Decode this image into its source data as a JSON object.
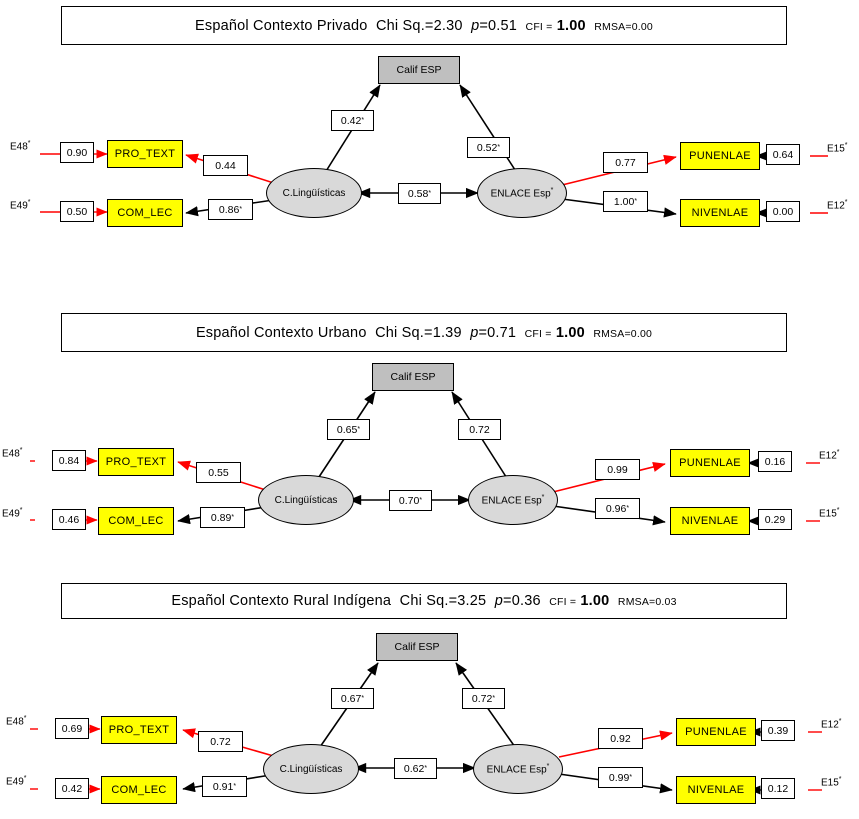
{
  "panels": [
    {
      "id": "privado",
      "title_parts": {
        "name": "Español  Contexto  Privado",
        "chi_label": "Chi Sq.=",
        "chi": "2.30",
        "p_label": "p",
        "p": "=0.51",
        "cfi_label": "CFI =",
        "cfi": "1.00",
        "rmsa_label": "RMSA=",
        "rmsa": "0.00"
      },
      "nodes": {
        "calif": "Calif ESP",
        "latent_left": "C.Lingüísticas",
        "latent_right": "ENLACE Esp",
        "pro_text": "PRO_TEXT",
        "com_lec": "COM_LEC",
        "punenlae": "PUNENLAE",
        "nivenlae": "NIVENLAE"
      },
      "errors": {
        "e48": "E48",
        "e49": "E49",
        "e15": "E15",
        "e12": "E12"
      },
      "coefs": {
        "e48_val": "0.90",
        "e49_val": "0.50",
        "e15_val": "0.64",
        "e12_val": "0.00",
        "left_to_calif": "0.42",
        "right_to_calif": "0.52",
        "left_right": "0.58",
        "left_pro": "0.44",
        "left_com": "0.86",
        "right_pun": "0.77",
        "right_niv": "1.00"
      }
    },
    {
      "id": "urbano",
      "title_parts": {
        "name": "Español  Contexto  Urbano",
        "chi_label": "Chi Sq.=",
        "chi": "1.39",
        "p_label": "p",
        "p": "=0.71",
        "cfi_label": "CFI =",
        "cfi": "1.00",
        "rmsa_label": "RMSA=",
        "rmsa": "0.00"
      },
      "nodes": {
        "calif": "Calif ESP",
        "latent_left": "C.Lingüísticas",
        "latent_right": "ENLACE Esp",
        "pro_text": "PRO_TEXT",
        "com_lec": "COM_LEC",
        "punenlae": "PUNENLAE",
        "nivenlae": "NIVENLAE"
      },
      "errors": {
        "e48": "E48",
        "e49": "E49",
        "e12": "E12",
        "e15": "E15"
      },
      "coefs": {
        "e48_val": "0.84",
        "e49_val": "0.46",
        "e12_val": "0.16",
        "e15_val": "0.29",
        "left_to_calif": "0.65",
        "right_to_calif": "0.72",
        "left_right": "0.70",
        "left_pro": "0.55",
        "left_com": "0.89",
        "right_pun": "0.99",
        "right_niv": "0.96"
      }
    },
    {
      "id": "rural",
      "title_parts": {
        "name": "Español  Contexto  Rural Indígena",
        "chi_label": "Chi Sq.=",
        "chi": "3.25",
        "p_label": "p",
        "p": "=0.36",
        "cfi_label": "CFI =",
        "cfi": "1.00",
        "rmsa_label": "RMSA=",
        "rmsa": "0.03"
      },
      "nodes": {
        "calif": "Calif ESP",
        "latent_left": "C.Lingüísticas",
        "latent_right": "ENLACE Esp",
        "pro_text": "PRO_TEXT",
        "com_lec": "COM_LEC",
        "punenlae": "PUNENLAE",
        "nivenlae": "NIVENLAE"
      },
      "errors": {
        "e48": "E48",
        "e49": "E49",
        "e12": "E12",
        "e15": "E15"
      },
      "coefs": {
        "e48_val": "0.69",
        "e49_val": "0.42",
        "e12_val": "0.39",
        "e15_val": "0.12",
        "left_to_calif": "0.67",
        "right_to_calif": "0.72",
        "left_right": "0.62",
        "left_pro": "0.72",
        "left_com": "0.91",
        "right_pun": "0.92",
        "right_niv": "0.99"
      }
    }
  ],
  "colors": {
    "observed_fill": "#ffff00",
    "latent_fill": "#d9d9d9",
    "grey_fill": "#bfbfbf",
    "highlight_arrow": "#ff0000",
    "line": "#000000"
  }
}
